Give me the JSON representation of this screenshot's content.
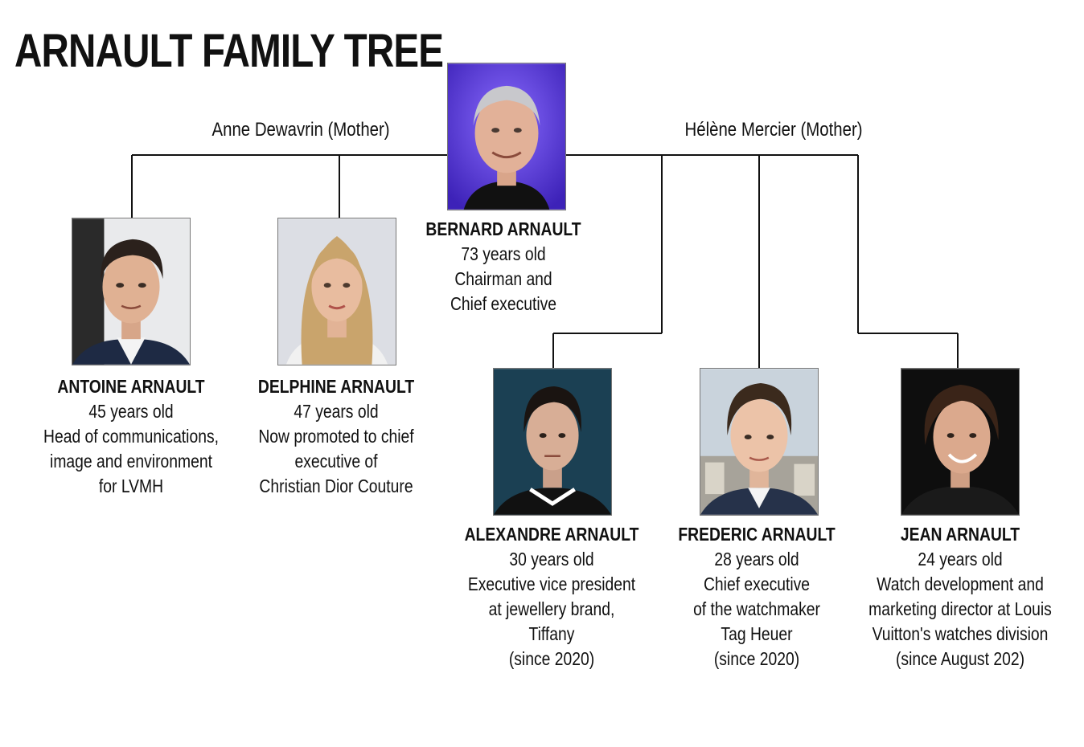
{
  "title": "ARNAULT FAMILY TREE",
  "mothers": {
    "left": "Anne Dewavrin (Mother)",
    "right": "Hélène Mercier (Mother)"
  },
  "people": {
    "bernard": {
      "name": "BERNARD ARNAULT",
      "lines": [
        "73 years old",
        "Chairman and",
        "Chief executive"
      ]
    },
    "antoine": {
      "name": "ANTOINE ARNAULT",
      "lines": [
        "45 years old",
        "Head of communications,",
        "image and environment",
        "for LVMH"
      ]
    },
    "delphine": {
      "name": "DELPHINE ARNAULT",
      "lines": [
        "47 years old",
        "Now promoted to chief",
        "executive of",
        "Christian Dior Couture"
      ]
    },
    "alexandre": {
      "name": "ALEXANDRE ARNAULT",
      "lines": [
        "30 years old",
        "Executive vice president",
        "at jewellery brand,",
        "Tiffany",
        "(since 2020)"
      ]
    },
    "frederic": {
      "name": "FREDERIC ARNAULT",
      "lines": [
        "28 years old",
        "Chief executive",
        "of the watchmaker",
        "Tag Heuer",
        "(since 2020)"
      ]
    },
    "jean": {
      "name": "JEAN ARNAULT",
      "lines": [
        "24 years old",
        "Watch development and",
        "marketing director at Louis",
        "Vuitton's watches division",
        "(since August 202)"
      ]
    }
  },
  "colors": {
    "line": "#111111",
    "bernard_bg": "#5b3fd6"
  }
}
